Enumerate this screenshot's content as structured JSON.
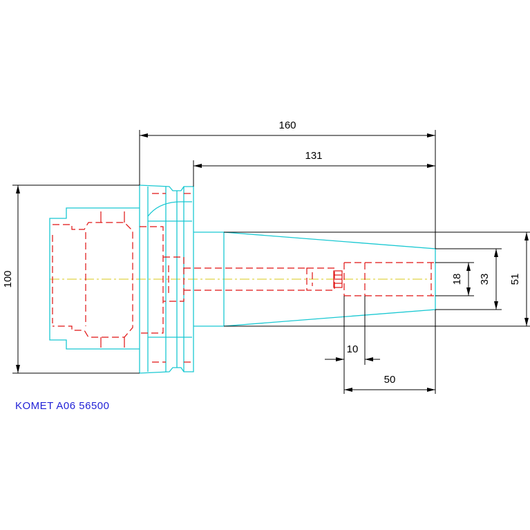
{
  "drawing": {
    "caption": "KOMET A06 56500",
    "dimensions": {
      "overall_length": "160",
      "shank_length": "131",
      "flange_diameter": "100",
      "bore_diameter": "18",
      "tip_inner_diameter": "33",
      "tip_outer_diameter": "51",
      "slot_width": "10",
      "bore_depth": "50"
    },
    "colors": {
      "outline": "#19c8d2",
      "hidden_lines": "#e01010",
      "centerline": "#d8c81a",
      "dimensions": "#000000",
      "caption": "#1f1fd6"
    }
  }
}
